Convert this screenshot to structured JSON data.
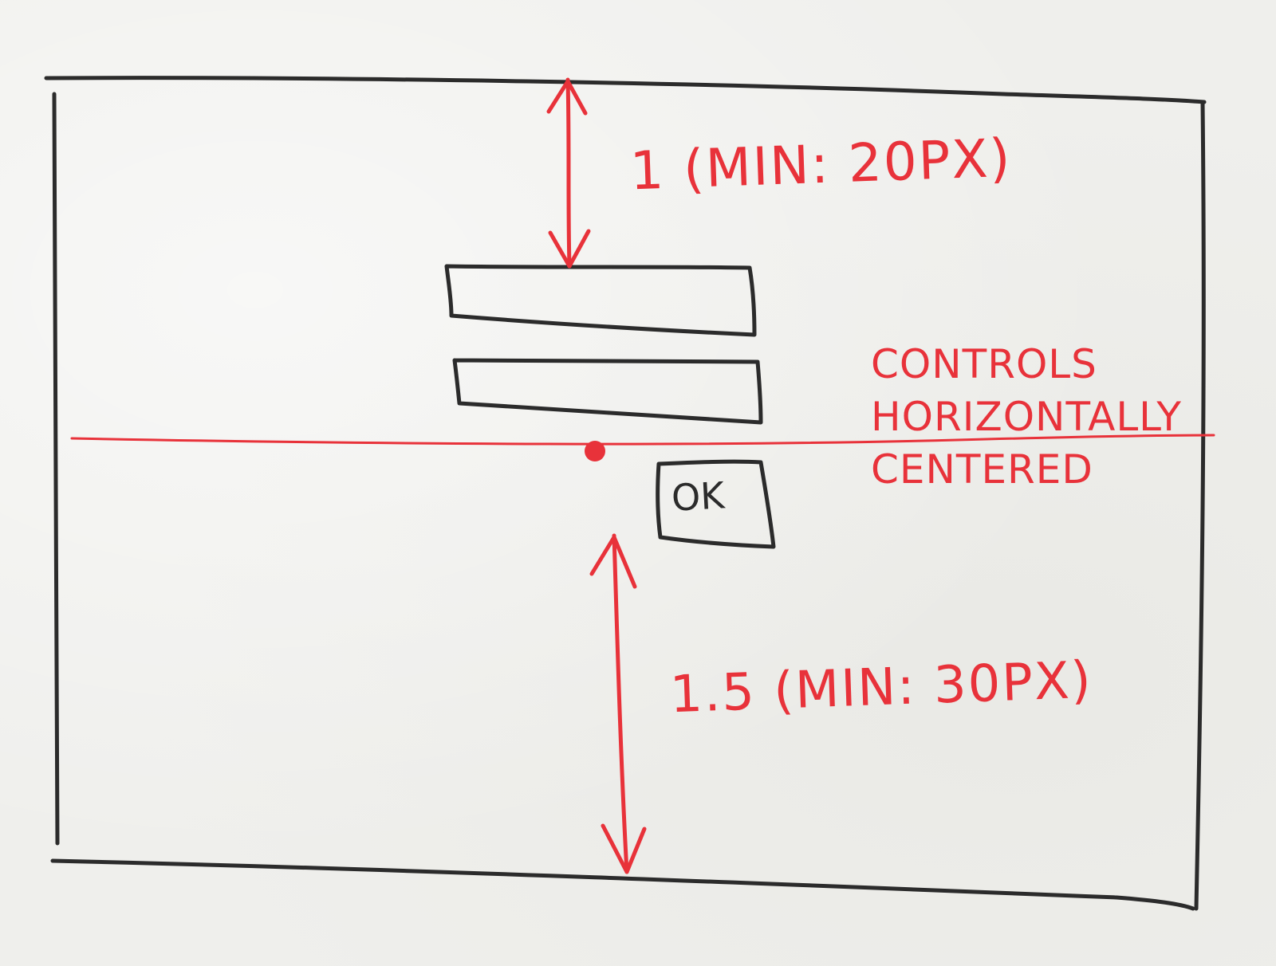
{
  "colors": {
    "ink_black": "#2b2b2b",
    "ink_red": "#e8323a"
  },
  "annotations": {
    "top_gap": "1 (MIN: 20PX)",
    "bottom_gap": "1.5 (MIN: 30PX)",
    "centered_note": [
      "CONTROLS",
      "HORIZONTALLY",
      "CENTERED"
    ]
  },
  "controls": {
    "ok_button_label": "OK"
  }
}
